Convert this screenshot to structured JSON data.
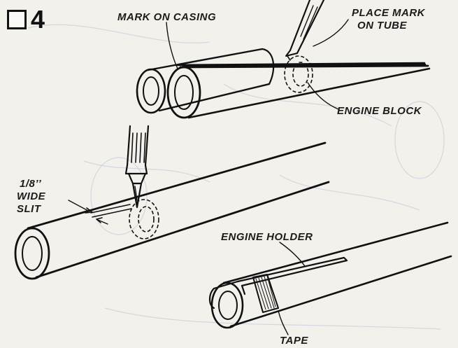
{
  "step": {
    "number": "4"
  },
  "labels": {
    "mark_on_casing": "MARK ON CASING",
    "place_mark_line1": "PLACE MARK",
    "place_mark_line2": "ON TUBE",
    "engine_block": "ENGINE BLOCK",
    "slit_line1": "1/8’’",
    "slit_line2": "WIDE",
    "slit_line3": "SLIT",
    "engine_holder": "ENGINE HOLDER",
    "tape": "TAPE"
  },
  "colors": {
    "ink": "#111111",
    "paper": "#f3f1ec",
    "bleed_through": "#c9cde0"
  }
}
